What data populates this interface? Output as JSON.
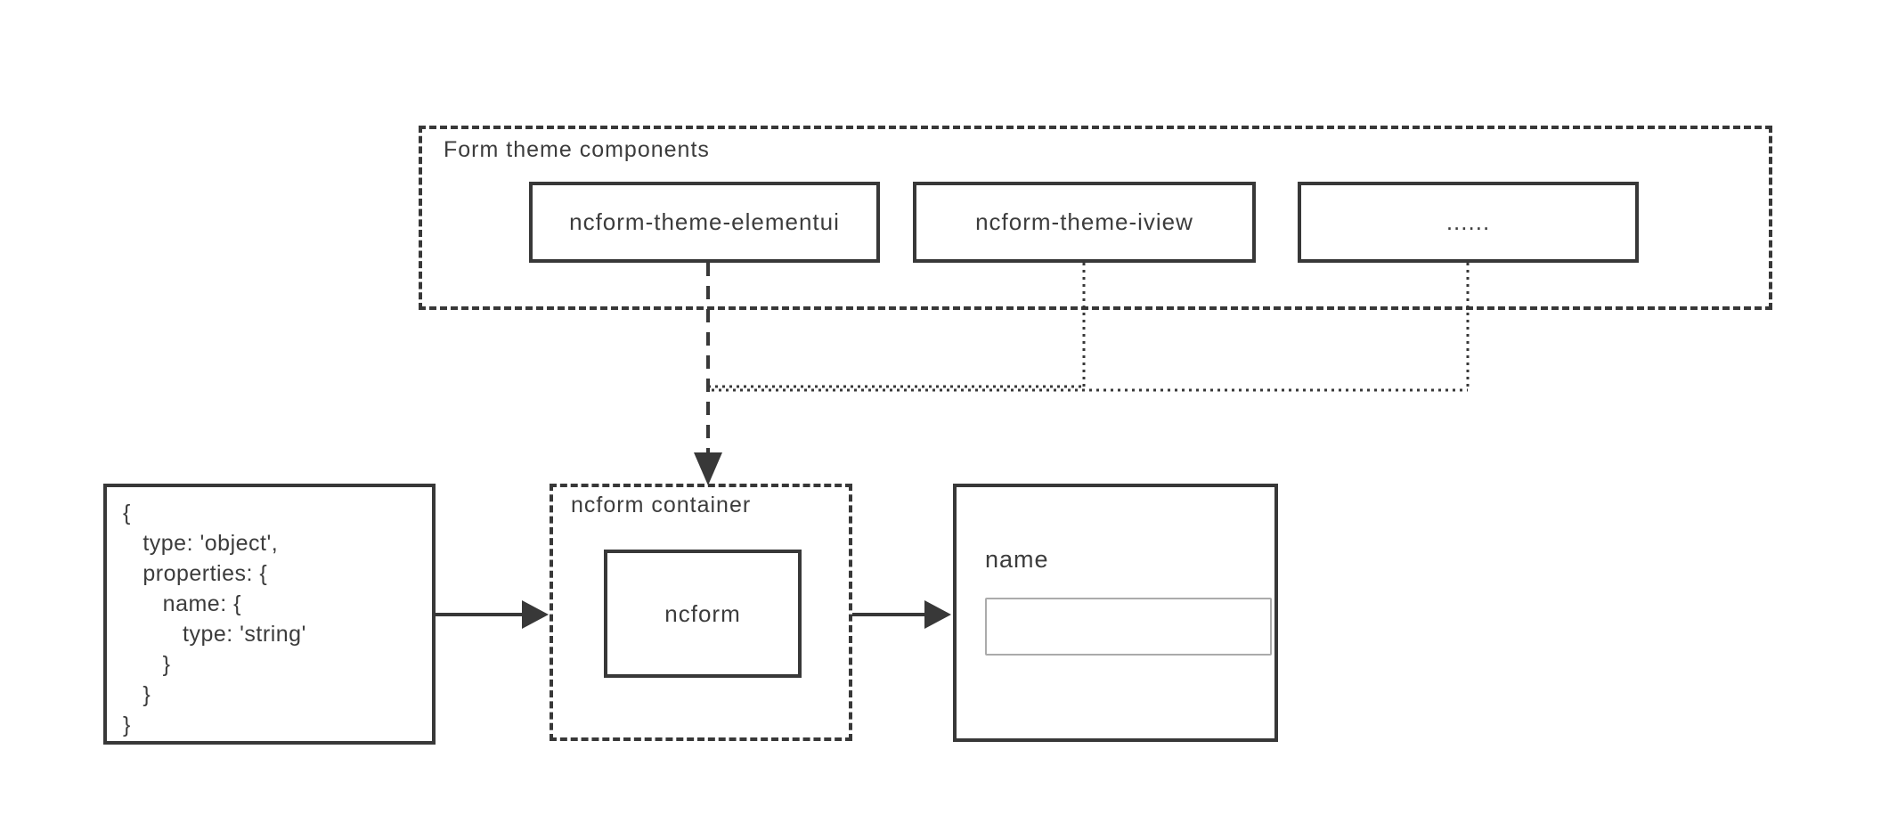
{
  "diagram": {
    "theme_group": {
      "label": "Form theme components",
      "boxes": [
        {
          "label": "ncform-theme-elementui"
        },
        {
          "label": "ncform-theme-iview"
        },
        {
          "label": "......"
        }
      ]
    },
    "schema_box": {
      "code": "{\n   type: 'object',\n   properties: {\n      name: {\n         type: 'string'\n      }\n   }\n}"
    },
    "container_box": {
      "label": "ncform container",
      "inner_label": "ncform"
    },
    "form_box": {
      "field_label": "name",
      "input_value": ""
    },
    "palette": {
      "line_color": "#383838",
      "text_color": "#3c3c3c",
      "input_border_color": "#ababab",
      "background_color": "#ffffff"
    }
  }
}
